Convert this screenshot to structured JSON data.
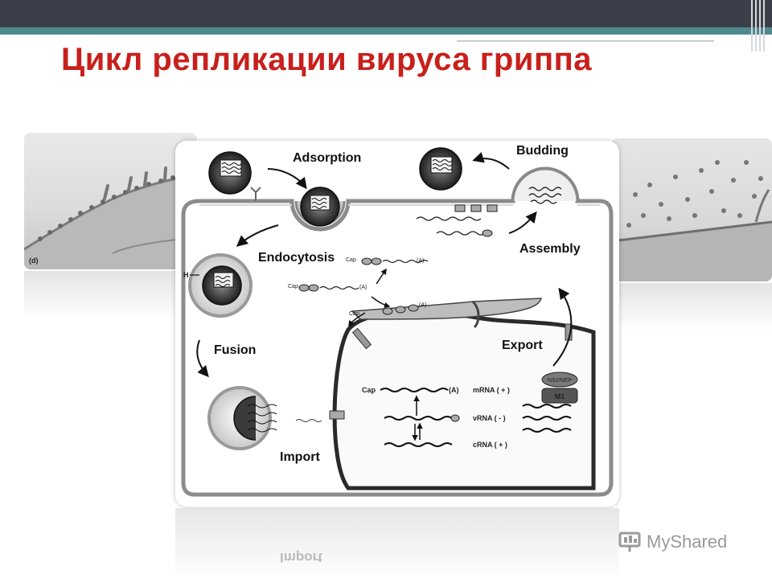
{
  "slide": {
    "title": "Цикл репликации вируса гриппа"
  },
  "diagram": {
    "labels": {
      "adsorption": "Adsorption",
      "budding": "Budding",
      "assembly": "Assembly",
      "endocytosis": "Endocytosis",
      "fusion": "Fusion",
      "export": "Export",
      "import": "Import"
    },
    "rna": {
      "mrna": "mRNA ( + )",
      "vrna": "vRNA ( - )",
      "crna": "cRNA ( + )",
      "cap": "Cap",
      "polya": "(A)",
      "h": "H"
    },
    "proteins": {
      "ns2_nep": "NS2/NEP",
      "m1": "M1"
    }
  },
  "micrographs": {
    "left_label": "(d)"
  },
  "reflection": {
    "text": "Import"
  },
  "brand": {
    "name": "MyShared"
  }
}
